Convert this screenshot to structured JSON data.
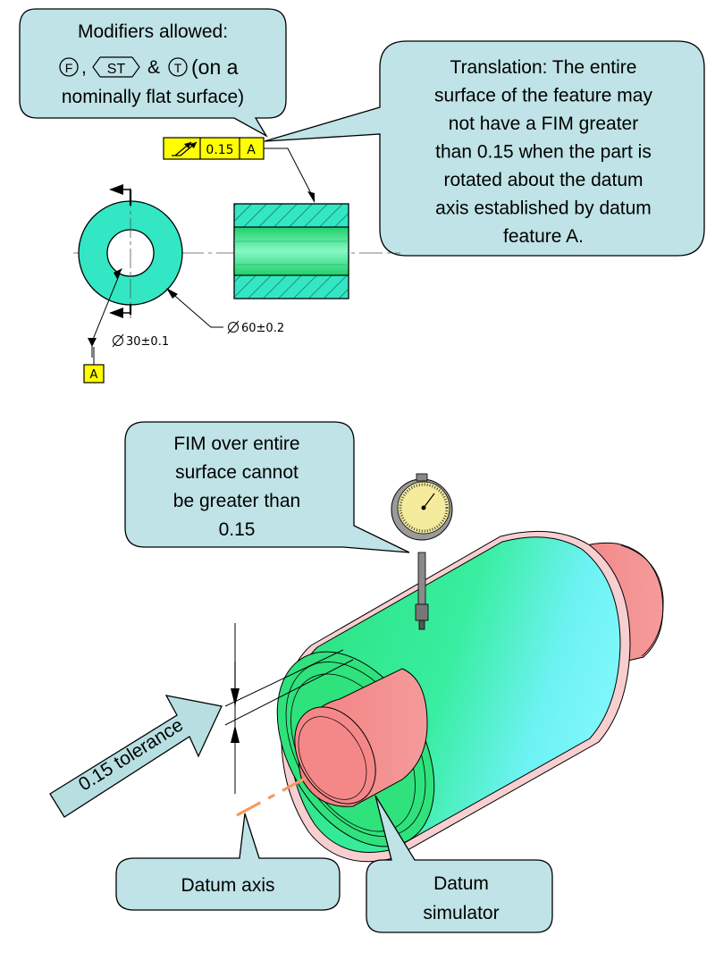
{
  "callouts": {
    "modifiers": {
      "line1": "Modifiers allowed:",
      "line2_sep1": ",",
      "line2_amp": "&",
      "line2_tail": "(on a",
      "line3": "nominally flat surface)",
      "sym_free_state": "F",
      "sym_statistical": "ST",
      "sym_tangent_plane": "T"
    },
    "translation": {
      "lines": [
        "Translation:  The entire",
        "surface of the feature may",
        "not have a FIM greater",
        "than 0.15 when the part is",
        "rotated about the datum",
        "axis established by datum",
        "feature A."
      ]
    },
    "fim": {
      "lines": [
        "FIM over entire",
        "surface cannot",
        "be greater than",
        "0.15"
      ]
    },
    "datum_axis": {
      "label": "Datum axis"
    },
    "datum_simulator": {
      "lines": [
        "Datum",
        "simulator"
      ]
    },
    "tolerance_arrow": {
      "label": "0.15 tolerance"
    }
  },
  "fcf": {
    "tolerance": "0.15",
    "datum": "A"
  },
  "dimensions": {
    "outer_diameter": "60±0.2",
    "inner_diameter": "30±0.1",
    "datum_feature_label": "A"
  },
  "colors": {
    "callout_fill": "#bfe3e6",
    "fcf_fill": "#ffff00",
    "section_fill": "#33e6c4",
    "part_green": "#2ee88a",
    "part_cyan": "#6cf4f0",
    "simulator_pink": "#f28b8b",
    "axis_orange": "#f49a62",
    "tolerance_arrow_fill": "#b7dfe2"
  },
  "icons": {
    "diameter": "diameter-symbol-icon",
    "total_runout": "total-runout-symbol-icon",
    "dial_indicator": "dial-indicator-icon"
  }
}
